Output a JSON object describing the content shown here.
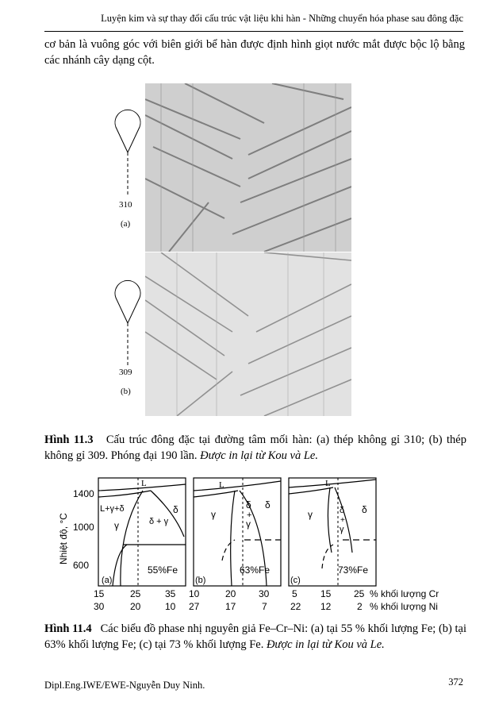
{
  "header": {
    "text": "Luyện kim và sự thay đổi cấu trúc vật liệu khi hàn - Những chuyển hóa phase sau đông đặc"
  },
  "intro": {
    "text": "cơ bản là vuông góc với biên giới bể hàn được định hình giọt nước mắt được bộc lộ bằng các nhánh cây dạng cột."
  },
  "fig113": {
    "panel_a": {
      "number": "310",
      "letter": "(a)"
    },
    "panel_b": {
      "number": "309",
      "letter": "(b)"
    },
    "caption_label": "Hình 11.3",
    "caption_text": "Cấu trúc đông đặc tại đường tâm mối hàn: (a) thép không gỉ 310; (b) thép không gỉ 309. Phóng đại 190 lần. ",
    "caption_credit": "Được in lại từ Kou và Le."
  },
  "fig114": {
    "ylabel": "Nhiệt độ, °C",
    "yticks": [
      "1400",
      "1000",
      "600"
    ],
    "panels": [
      {
        "letter": "(a)",
        "comp": "55%Fe",
        "phaseL": "L",
        "phase1": "L+γ+δ",
        "phase2": "δ",
        "phase3": "γ",
        "phase4": "δ + γ",
        "cr_ticks": [
          "15",
          "25",
          "35"
        ],
        "ni_ticks": [
          "30",
          "20",
          "10"
        ]
      },
      {
        "letter": "(b)",
        "comp": "63%Fe",
        "phaseL": "L",
        "phase1": "γ",
        "phase2": "δ",
        "phase3": "δ",
        "phase4": "+",
        "phase5": "γ",
        "cr_ticks": [
          "10",
          "20",
          "30"
        ],
        "ni_ticks": [
          "27",
          "17",
          "7"
        ]
      },
      {
        "letter": "(c)",
        "comp": "73%Fe",
        "phaseL": "L",
        "phase1": "γ",
        "phase2": "δ",
        "phase3": "δ",
        "phase4": "+",
        "phase5": "γ",
        "cr_ticks": [
          "5",
          "15",
          "25"
        ],
        "ni_ticks": [
          "22",
          "12",
          "2"
        ]
      }
    ],
    "cr_label": "% khối lượng Cr",
    "ni_label": "% khối lượng Ni",
    "caption_label": "Hình 11.4",
    "caption_text": "Các biểu đồ phase nhị nguyên giả Fe–Cr–Ni: (a) tại 55 % khối lượng Fe; (b) tại 63% khối lượng Fe; (c) tại 73 % khối lượng Fe. ",
    "caption_credit": "Được in lại từ Kou và Le."
  },
  "footer": {
    "author": "Dipl.Eng.IWE/EWE-Nguyễn Duy Ninh.",
    "page": "372"
  }
}
